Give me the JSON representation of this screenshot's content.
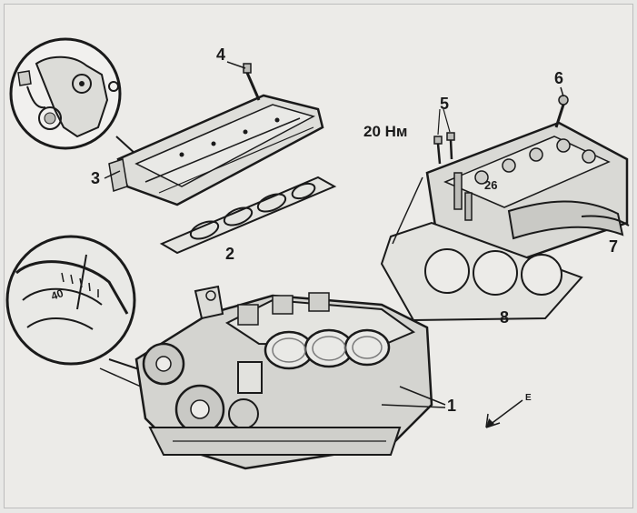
{
  "figure": {
    "colors": {
      "paper": "#ecebe8",
      "ink": "#1a1a1a",
      "mid": "#7a7a7a",
      "light": "#d6d6d2",
      "shade": "#bcbcb8"
    },
    "callouts": {
      "c1": "1",
      "c2": "2",
      "c3": "3",
      "c4": "4",
      "c5": "5",
      "c6": "6",
      "c7": "7",
      "c8": "8"
    },
    "torque_label": "20 Нм",
    "bolt_label_26": "26",
    "detail_mark_40": "40",
    "arrow_letter": "E"
  }
}
